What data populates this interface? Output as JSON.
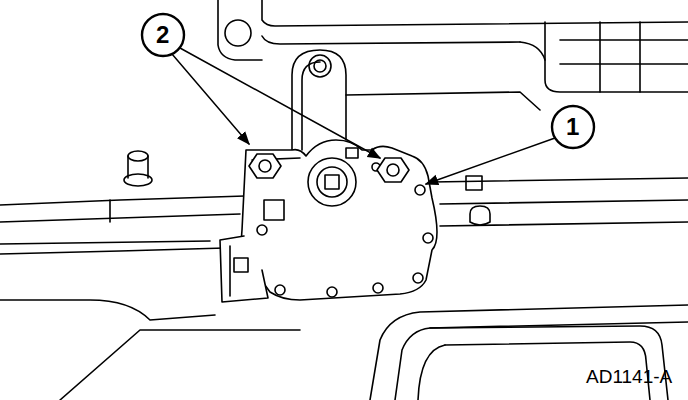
{
  "diagram": {
    "labels": [
      "2",
      "1",
      "AD1141-A"
    ]
  }
}
